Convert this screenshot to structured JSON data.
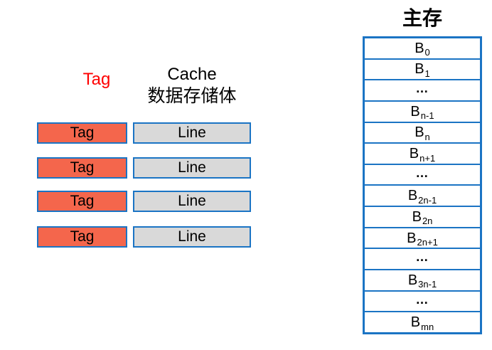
{
  "colors": {
    "border_blue": "#1b74c4",
    "tag_fill": "#f4664c",
    "line_fill": "#d9d9d9",
    "label_red": "#ff0000",
    "text_black": "#000000"
  },
  "cache": {
    "tag_column_label": "Tag",
    "header_line1": "Cache",
    "header_line2": "数据存储体",
    "rows": [
      {
        "tag": "Tag",
        "line": "Line"
      },
      {
        "tag": "Tag",
        "line": "Line"
      },
      {
        "tag": "Tag",
        "line": "Line"
      },
      {
        "tag": "Tag",
        "line": "Line"
      }
    ]
  },
  "memory": {
    "title": "主存",
    "rows": [
      {
        "base": "B",
        "sub": "0"
      },
      {
        "base": "B",
        "sub": "1"
      },
      {
        "base": "…",
        "sub": ""
      },
      {
        "base": "B",
        "sub": "n-1"
      },
      {
        "base": "B",
        "sub": "n"
      },
      {
        "base": "B",
        "sub": "n+1"
      },
      {
        "base": "…",
        "sub": ""
      },
      {
        "base": "B",
        "sub": "2n-1"
      },
      {
        "base": "B",
        "sub": "2n"
      },
      {
        "base": "B",
        "sub": "2n+1"
      },
      {
        "base": "…",
        "sub": ""
      },
      {
        "base": "B",
        "sub": "3n-1"
      },
      {
        "base": "…",
        "sub": ""
      },
      {
        "base": "B",
        "sub": "mn"
      }
    ]
  }
}
